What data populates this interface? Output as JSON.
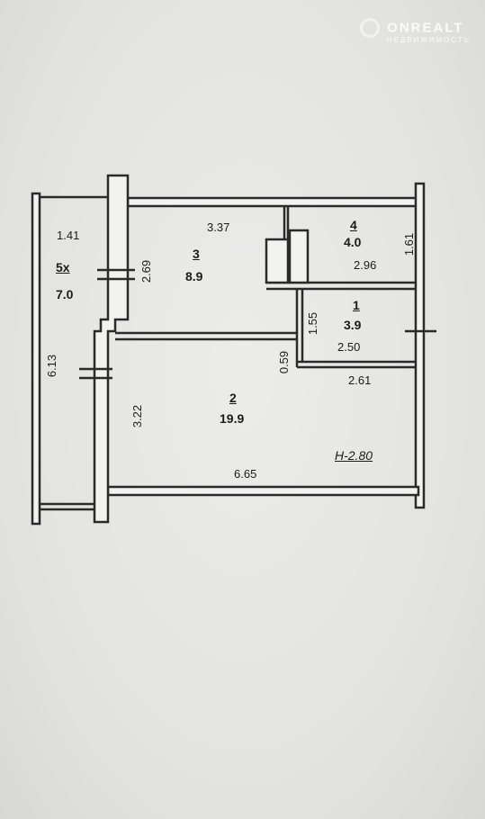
{
  "logo": {
    "name": "ONREALT",
    "sub": "НЕДВИЖИМОСТЬ"
  },
  "rooms": [
    {
      "number": "1",
      "area": "3.9"
    },
    {
      "number": "2",
      "area": "19.9"
    },
    {
      "number": "3",
      "area": "8.9"
    },
    {
      "number": "4",
      "area": "4.0"
    },
    {
      "number": "5х",
      "area": "7.0"
    }
  ],
  "dimensions": {
    "d141": "1.41",
    "d613": "6.13",
    "d269": "2.69",
    "d337": "3.37",
    "d161": "1.61",
    "d296": "2.96",
    "d155": "1.55",
    "d250": "2.50",
    "d059": "0.59",
    "d261": "2.61",
    "d322": "3.22",
    "d665": "6.65"
  },
  "ceiling_height": "Н-2.80",
  "colors": {
    "wall": "#2a2a2a",
    "paper": "#e6e6e3",
    "text": "#1b1b1b"
  }
}
